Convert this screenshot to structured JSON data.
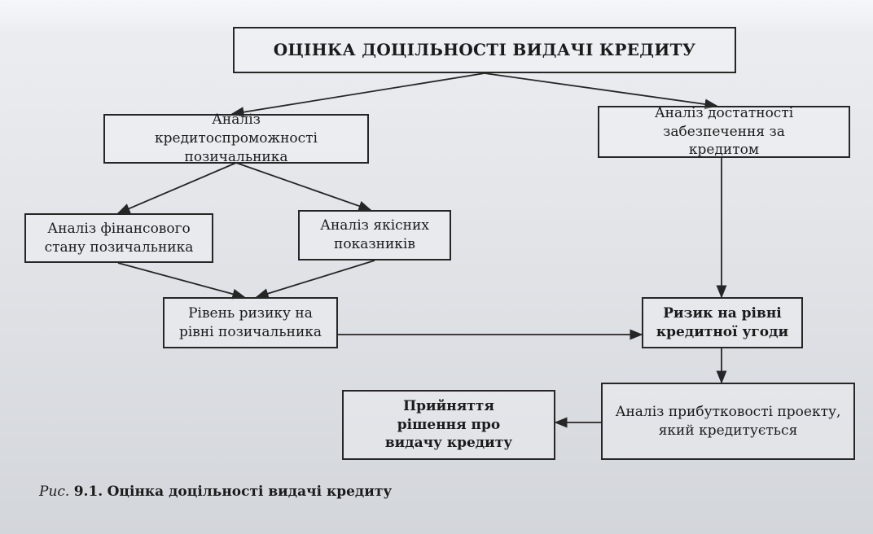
{
  "diagram": {
    "top": "ОЦІНКА ДОЦІЛЬНОСТІ ВИДАЧІ КРЕДИТУ",
    "creditworthiness": "Аналіз кредитоспроможності позичальника",
    "collateral": "Аналіз достатності забезпечення за кредитом",
    "financial_state": "Аналіз фінансового стану позичальника",
    "qualitative": "Аналіз якісних показників",
    "borrower_risk": "Рівень ризику на рівні позичальника",
    "agreement_risk": "Ризик на рівні кредитної угоди",
    "profitability": "Аналіз прибутковості проекту, який кредитується",
    "decision": "Прийняття рішення про видачу кредиту"
  },
  "caption": {
    "prefix": "Рис.",
    "number": "9.1.",
    "text": "Оцінка доцільності видачі кредиту"
  },
  "colors": {
    "ink": "#262626",
    "paper": "#e3e5e9"
  }
}
